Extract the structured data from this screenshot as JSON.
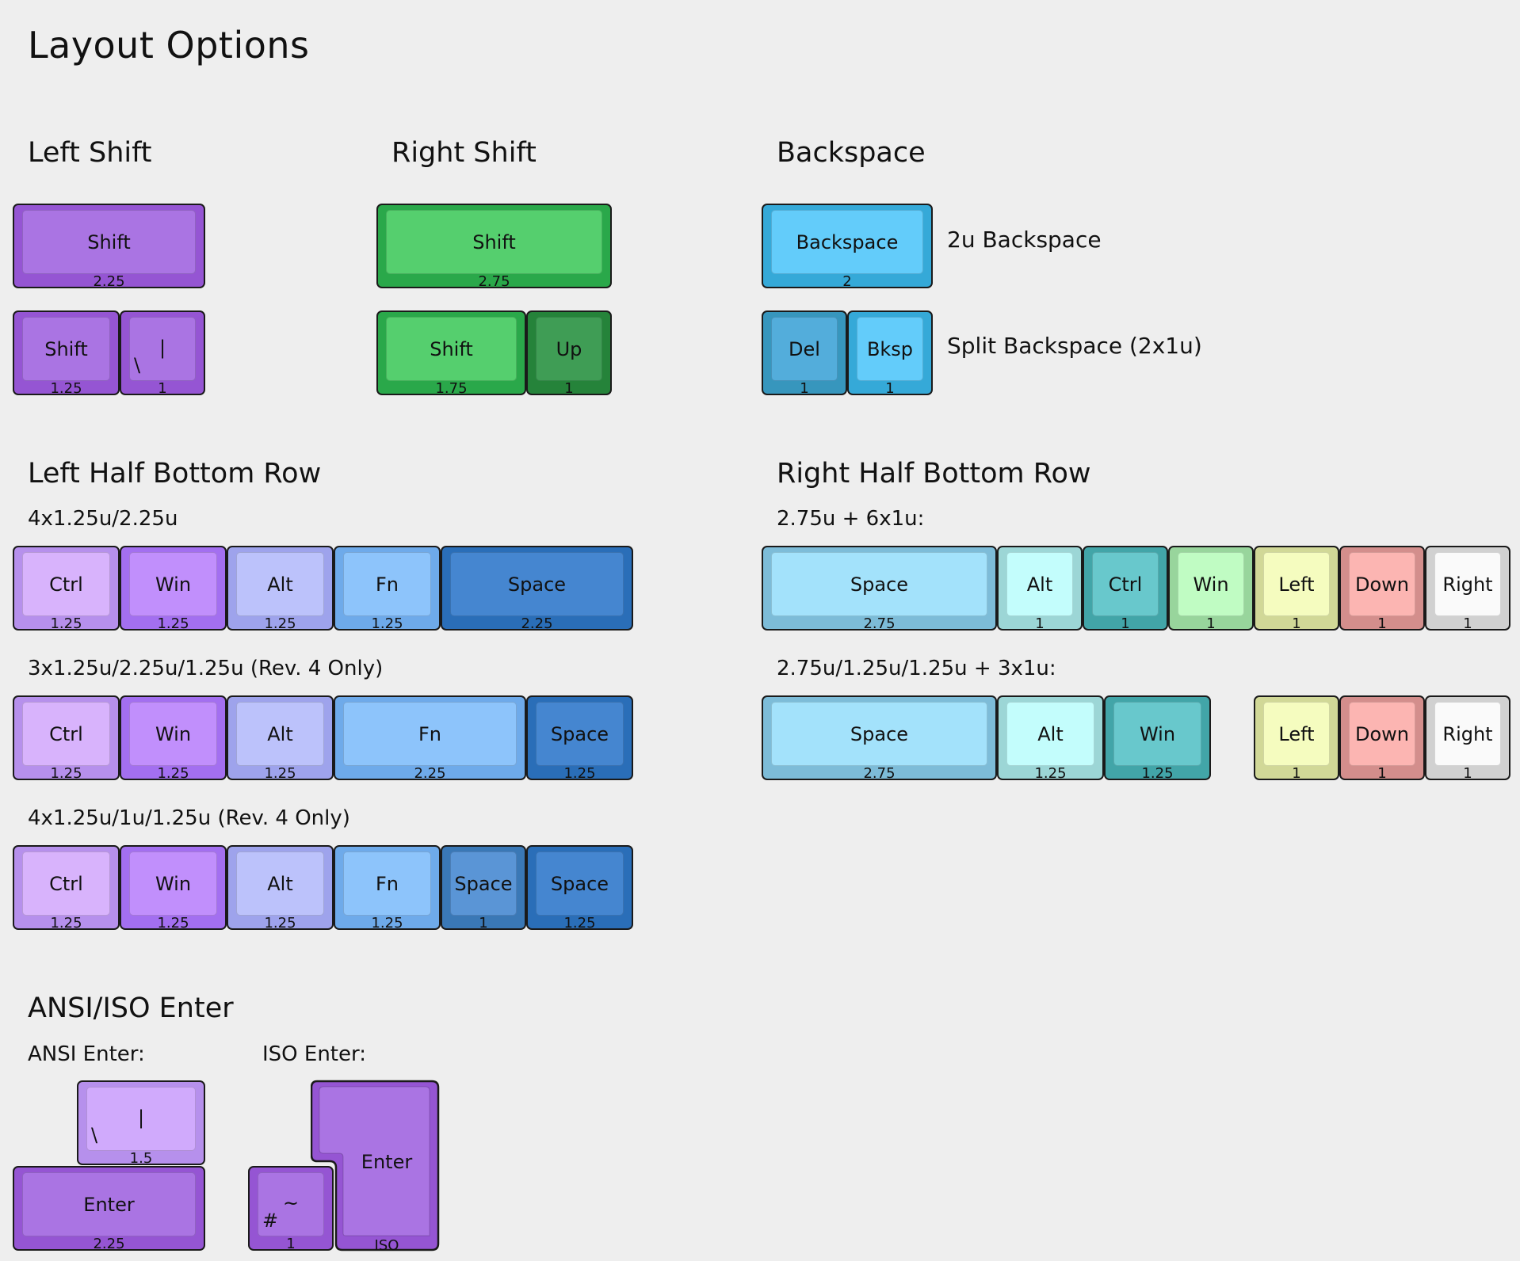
{
  "page": {
    "title": "Layout Options"
  },
  "sections": {
    "left_shift": "Left Shift",
    "right_shift": "Right Shift",
    "backspace": "Backspace",
    "left_half": "Left Half Bottom Row",
    "right_half": "Right Half Bottom Row",
    "enter": "ANSI/ISO Enter"
  },
  "notes": {
    "backspace_2u": "2u Backspace",
    "backspace_split": "Split Backspace (2x1u)",
    "lh_opt1": "4x1.25u/2.25u",
    "lh_opt2": "3x1.25u/2.25u/1.25u (Rev. 4 Only)",
    "lh_opt3": "4x1.25u/1u/1.25u (Rev. 4 Only)",
    "rh_opt1": "2.75u + 6x1u:",
    "rh_opt2": "2.75u/1.25u/1.25u + 3x1u:",
    "ansi_enter": "ANSI Enter:",
    "iso_enter": "ISO Enter:"
  },
  "colors": {
    "purple_dark": "#9555d3",
    "purple_top": "#aa74e3",
    "green_dark": "#2aa84a",
    "green_top": "#55cf6e",
    "green_up_dark": "#25833a",
    "green_up_top": "#3f9d55",
    "blue_dark": "#35a9d8",
    "blue_top": "#63ccfa",
    "blue_del_dark": "#3796bd",
    "blue_del_top": "#53addb"
  },
  "keys": {
    "ls_shift_225": {
      "label": "Shift",
      "width": "2.25"
    },
    "ls_shift_125": {
      "label": "Shift",
      "width": "1.25"
    },
    "ls_iso": {
      "top": "|",
      "bottom": "\\",
      "width": "1"
    },
    "rs_shift_275": {
      "label": "Shift",
      "width": "2.75"
    },
    "rs_shift_175": {
      "label": "Shift",
      "width": "1.75"
    },
    "rs_up": {
      "label": "Up",
      "width": "1"
    },
    "bs_2u": {
      "label": "Backspace",
      "width": "2"
    },
    "bs_del": {
      "label": "Del",
      "width": "1"
    },
    "bs_bksp": {
      "label": "Bksp",
      "width": "1"
    },
    "lh1": [
      {
        "label": "Ctrl",
        "width": "1.25"
      },
      {
        "label": "Win",
        "width": "1.25"
      },
      {
        "label": "Alt",
        "width": "1.25"
      },
      {
        "label": "Fn",
        "width": "1.25"
      },
      {
        "label": "Space",
        "width": "2.25"
      }
    ],
    "lh2": [
      {
        "label": "Ctrl",
        "width": "1.25"
      },
      {
        "label": "Win",
        "width": "1.25"
      },
      {
        "label": "Alt",
        "width": "1.25"
      },
      {
        "label": "Fn",
        "width": "2.25"
      },
      {
        "label": "Space",
        "width": "1.25"
      }
    ],
    "lh3": [
      {
        "label": "Ctrl",
        "width": "1.25"
      },
      {
        "label": "Win",
        "width": "1.25"
      },
      {
        "label": "Alt",
        "width": "1.25"
      },
      {
        "label": "Fn",
        "width": "1.25"
      },
      {
        "label": "Space",
        "width": "1"
      },
      {
        "label": "Space",
        "width": "1.25"
      }
    ],
    "rh1": [
      {
        "label": "Space",
        "width": "2.75"
      },
      {
        "label": "Alt",
        "width": "1"
      },
      {
        "label": "Ctrl",
        "width": "1"
      },
      {
        "label": "Win",
        "width": "1"
      },
      {
        "label": "Left",
        "width": "1"
      },
      {
        "label": "Down",
        "width": "1"
      },
      {
        "label": "Right",
        "width": "1"
      }
    ],
    "rh2": [
      {
        "label": "Space",
        "width": "2.75"
      },
      {
        "label": "Alt",
        "width": "1.25"
      },
      {
        "label": "Win",
        "width": "1.25"
      },
      {
        "label": "Left",
        "width": "1"
      },
      {
        "label": "Down",
        "width": "1"
      },
      {
        "label": "Right",
        "width": "1"
      }
    ],
    "ansi_pipe": {
      "top": "|",
      "bottom": "\\",
      "width": "1.5"
    },
    "ansi_enter": {
      "label": "Enter",
      "width": "2.25"
    },
    "iso_hash": {
      "top": "~",
      "bottom": "#",
      "width": "1"
    },
    "iso_enter": {
      "label": "Enter",
      "width": "ISO"
    }
  }
}
